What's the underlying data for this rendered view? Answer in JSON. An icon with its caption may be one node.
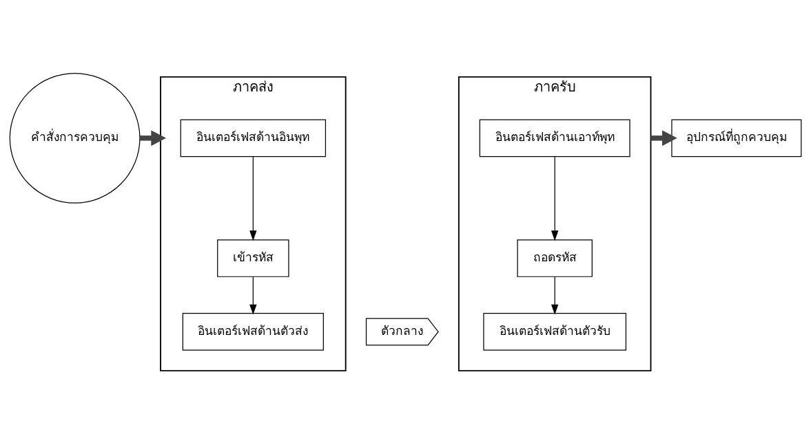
{
  "diagram": {
    "nodes": [
      {
        "text": [
          "คำสั่งการควบคุม"
        ]
      },
      {
        "text": [
          "ภาคส่ง"
        ]
      },
      {
        "text": [
          "อินเตอร์เฟสด้านอินพุท"
        ],
        "in": 1
      },
      {
        "text": [
          "เข้ารหัส"
        ],
        "in": 1
      },
      {
        "text": [
          "อินเตอร์เฟสด้านตัวส่ง"
        ],
        "in": 1
      },
      {
        "text": [
          "ตัวกลาง"
        ]
      },
      {
        "text": [
          "ภาครับ"
        ]
      },
      {
        "text": [
          "อินตอร์เฟสด้านเอาท์พุท"
        ],
        "in": 6
      },
      {
        "text": [
          "ถอดรหัส"
        ],
        "in": 6
      },
      {
        "text": [
          "อินเตอร์เฟสด้านตัวรับ"
        ],
        "in": 6
      },
      {
        "text": [
          "อุปกรณ์ที่ถูกควบคุม"
        ]
      }
    ],
    "edges": [
      {
        "from": 0,
        "to": 1,
        "arrow": "to",
        "style": "thick"
      },
      {
        "from": 2,
        "to": 3,
        "arrow": "to"
      },
      {
        "from": 3,
        "to": 4,
        "arrow": "to"
      },
      {
        "from": 7,
        "to": 8,
        "arrow": "to"
      },
      {
        "from": 8,
        "to": 9,
        "arrow": "to"
      },
      {
        "from": 6,
        "to": 10,
        "arrow": "to",
        "style": "thick"
      }
    ]
  }
}
